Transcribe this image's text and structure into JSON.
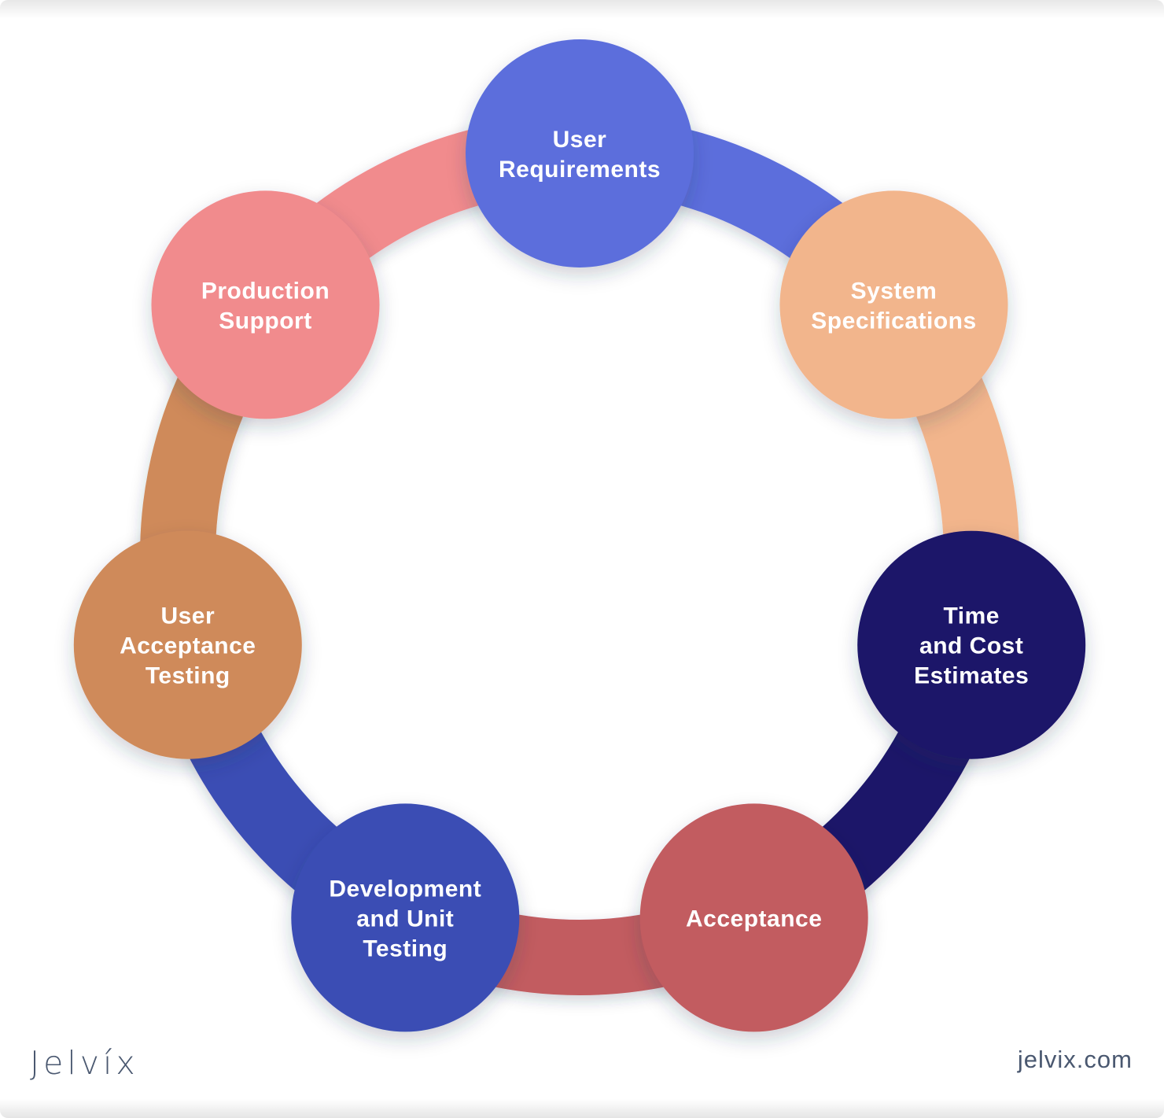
{
  "diagram": {
    "type": "cycle",
    "flow": "clockwise",
    "label_text_color": "#FFFFFF",
    "nodes": [
      {
        "id": "user-requirements",
        "label_lines": [
          "User",
          "Requirements"
        ],
        "color": "#5B6EDC"
      },
      {
        "id": "system-specifications",
        "label_lines": [
          "System",
          "Specifications"
        ],
        "color": "#F2B58C"
      },
      {
        "id": "time-and-cost-estimates",
        "label_lines": [
          "Time",
          "and Cost",
          "Estimates"
        ],
        "color": "#1A1269"
      },
      {
        "id": "acceptance",
        "label_lines": [
          "Acceptance"
        ],
        "color": "#C25B61"
      },
      {
        "id": "development-and-unit-testing",
        "label_lines": [
          "Development",
          "and Unit",
          "Testing"
        ],
        "color": "#3A4EB4"
      },
      {
        "id": "user-acceptance-testing",
        "label_lines": [
          "User",
          "Acceptance",
          "Testing"
        ],
        "color": "#CF8A5A"
      },
      {
        "id": "production-support",
        "label_lines": [
          "Production",
          "Support"
        ],
        "color": "#F18B8D"
      }
    ]
  },
  "footer": {
    "logo_text": "Jelvíx",
    "website": "jelvix.com",
    "text_color": "#4A5870"
  }
}
